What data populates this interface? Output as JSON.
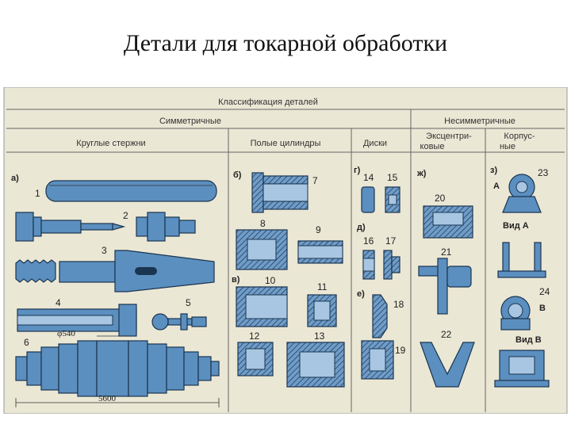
{
  "title": "Детали для токарной обработки",
  "table": {
    "header": "Классификация деталей",
    "symmetric": "Симметричные",
    "asymmetric": "Несимметричные",
    "columns": {
      "round_bars": "Круглые стержни",
      "hollow_cylinders": "Полые цилиндры",
      "disks": "Диски",
      "eccentric_line1": "Эксцентри-",
      "eccentric_line2": "ковые",
      "housing_line1": "Корпус-",
      "housing_line2": "ные"
    },
    "subgroups": {
      "a": "а)",
      "b": "б)",
      "v": "в)",
      "g": "г)",
      "d": "д)",
      "e": "е)",
      "zh": "ж)",
      "z": "з)"
    },
    "parts": [
      "1",
      "2",
      "3",
      "4",
      "5",
      "6",
      "7",
      "8",
      "9",
      "10",
      "11",
      "12",
      "13",
      "14",
      "15",
      "16",
      "17",
      "18",
      "19",
      "20",
      "21",
      "22",
      "23",
      "24"
    ],
    "dimensions": {
      "diameter": "φ540",
      "length": "5600"
    },
    "views": {
      "view_a": "Вид  А",
      "view_b": "Вид  В",
      "arrow_a": "А",
      "arrow_b": "В"
    }
  }
}
